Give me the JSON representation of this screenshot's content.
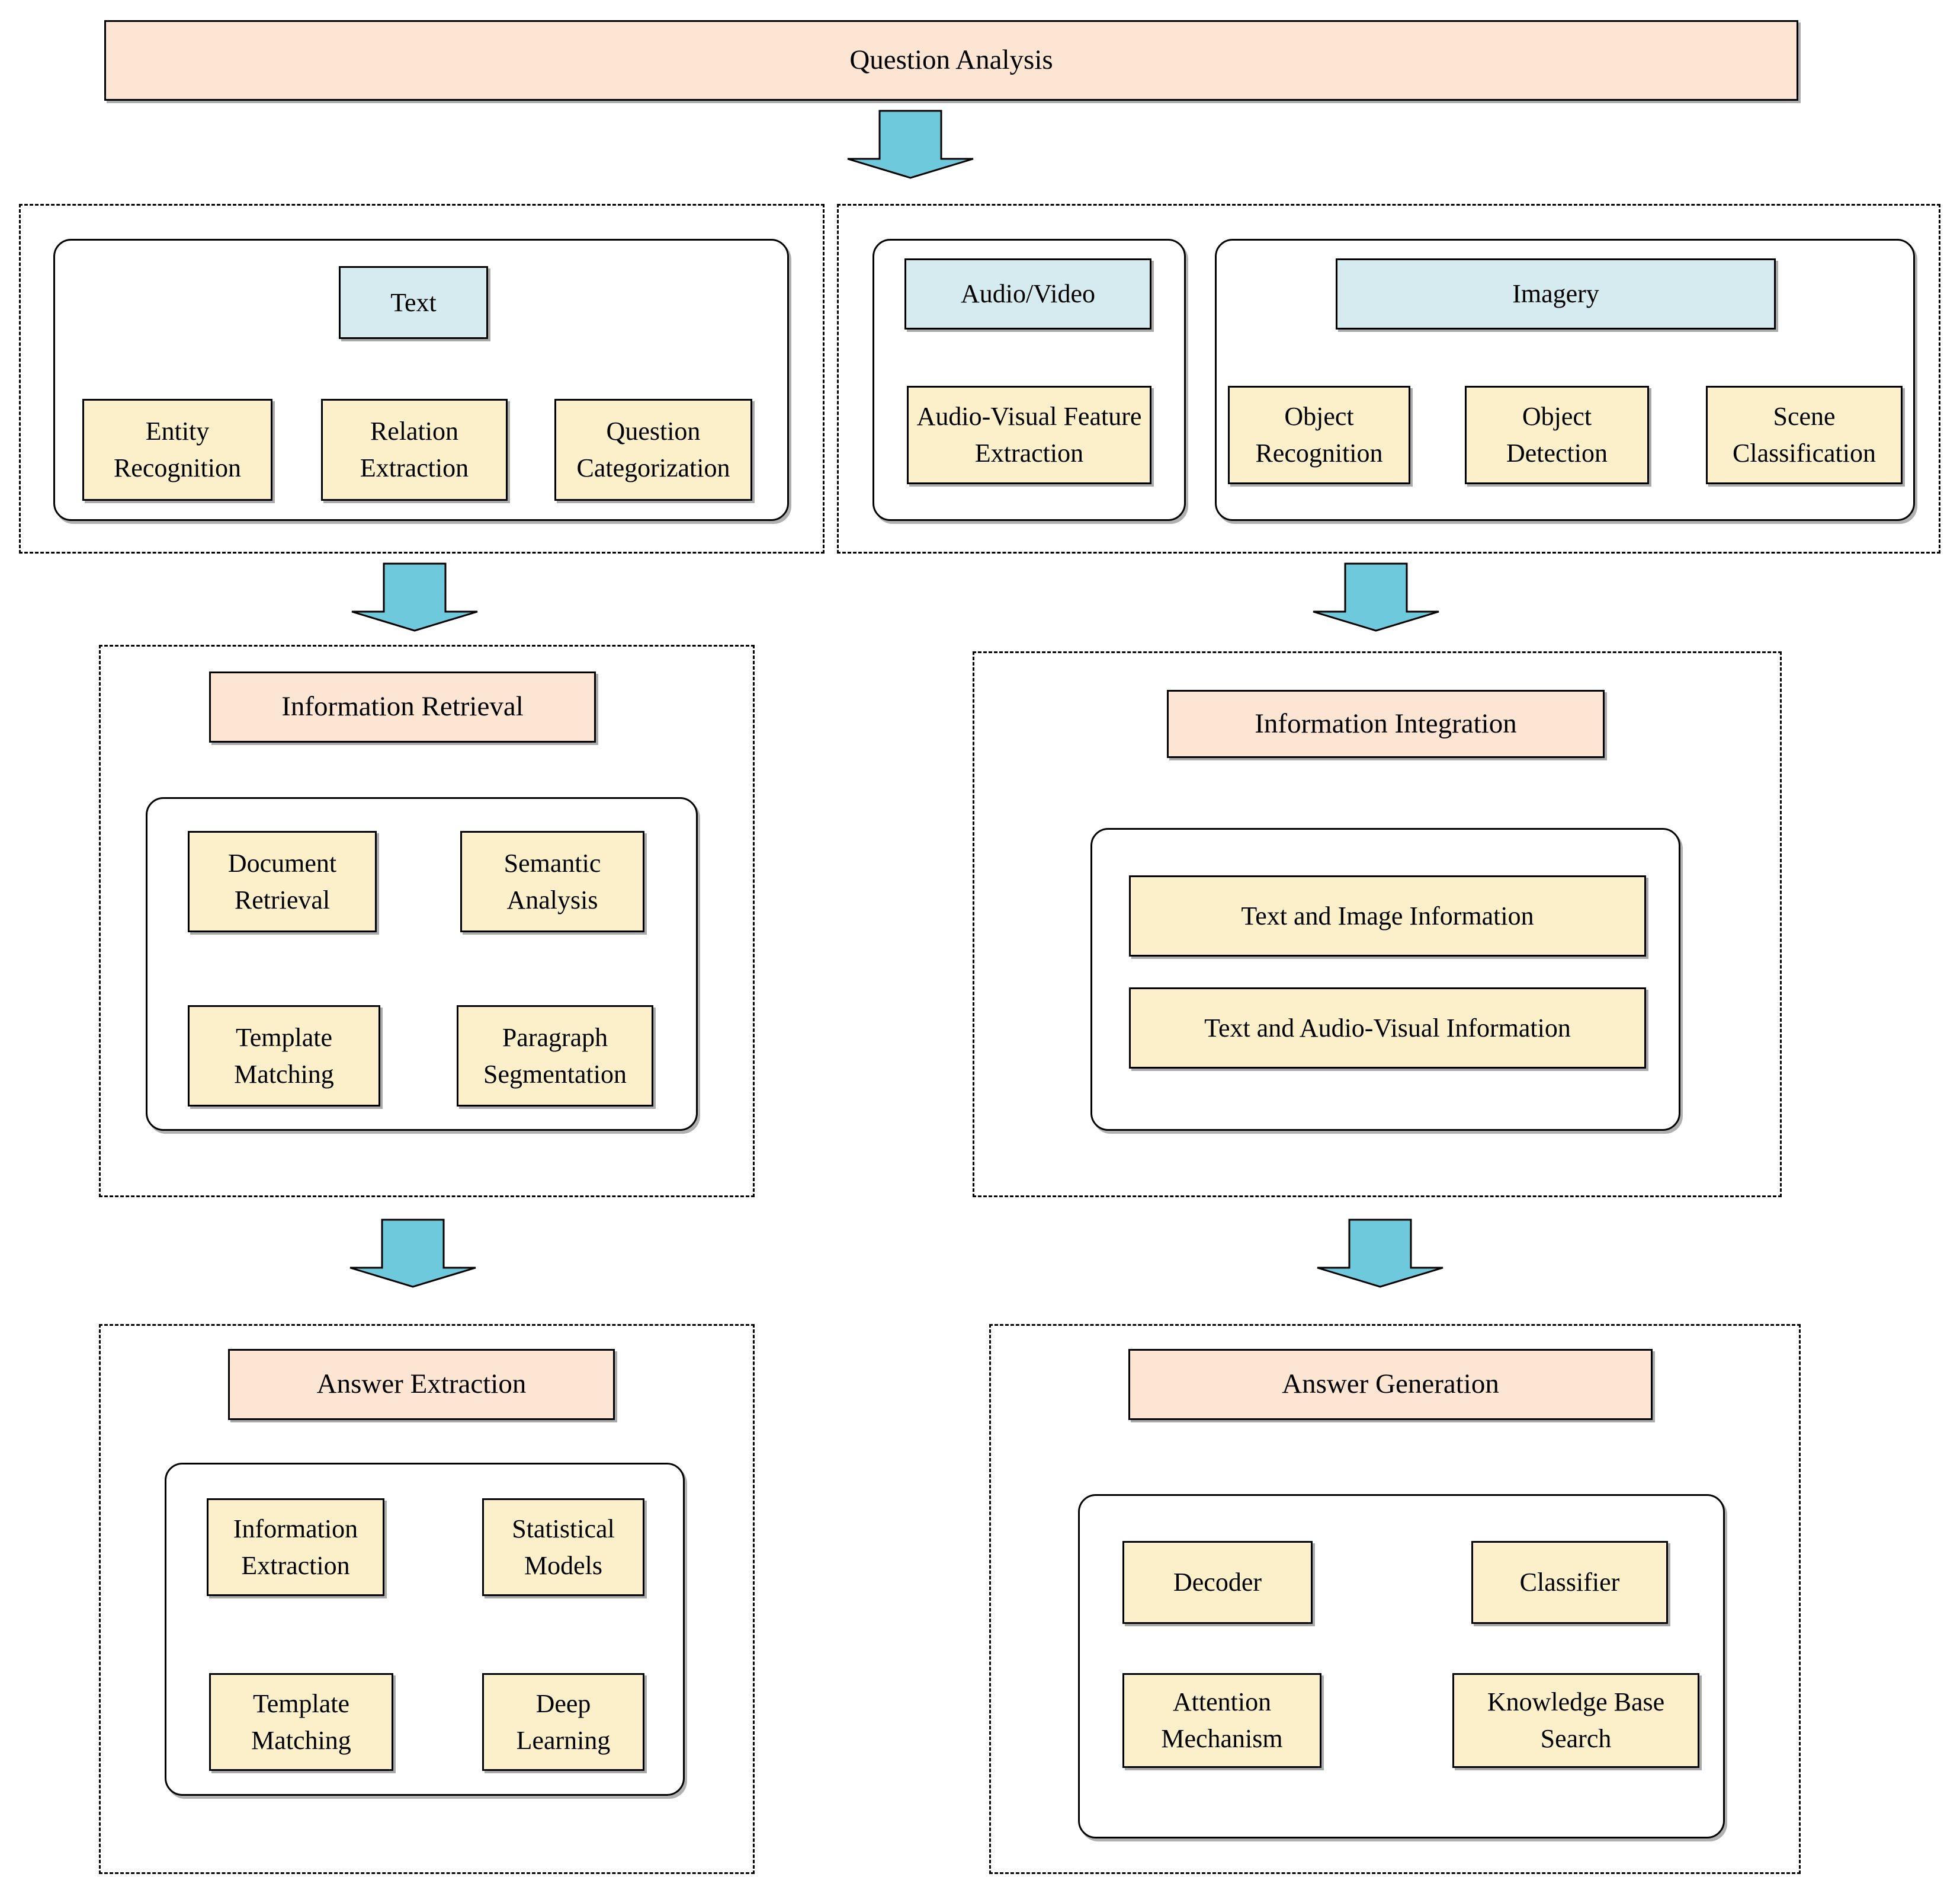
{
  "colors": {
    "peach": "#FCE5D3",
    "blue": "#D6EBF0",
    "yellow": "#FBF0C9",
    "arrow": "#6FC9DC",
    "border": "#000000",
    "background": "#FFFFFF"
  },
  "top_box": {
    "label": "Question Analysis"
  },
  "modality": {
    "text_panel": {
      "header": "Text",
      "items": [
        "Entity Recognition",
        "Relation Extraction",
        "Question Categorization"
      ]
    },
    "audio_panel": {
      "header": "Audio/Video",
      "items": [
        "Audio-Visual Feature Extraction"
      ]
    },
    "imagery_panel": {
      "header": "Imagery",
      "items": [
        "Object Recognition",
        "Object Detection",
        "Scene Classification"
      ]
    }
  },
  "retrieval": {
    "title": "Information Retrieval",
    "items": [
      "Document Retrieval",
      "Semantic Analysis",
      "Template Matching",
      "Paragraph Segmentation"
    ]
  },
  "integration": {
    "title": "Information Integration",
    "items": [
      "Text and Image Information",
      "Text and Audio-Visual Information"
    ]
  },
  "extraction": {
    "title": "Answer Extraction",
    "items": [
      "Information Extraction",
      "Statistical Models",
      "Template Matching",
      "Deep Learning"
    ]
  },
  "generation": {
    "title": "Answer Generation",
    "items": [
      "Decoder",
      "Classifier",
      "Attention Mechanism",
      "Knowledge Base Search"
    ]
  }
}
